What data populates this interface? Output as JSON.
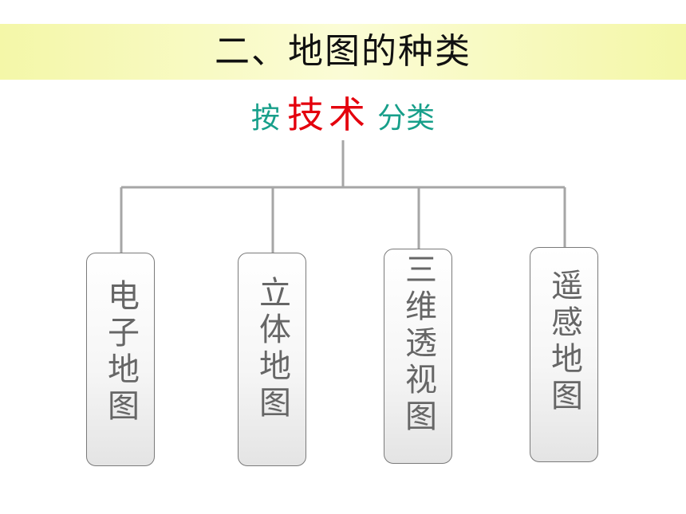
{
  "title": "二、地图的种类",
  "subtitle": {
    "prefix": "按",
    "emphasis": "技术",
    "suffix": "分类"
  },
  "categories": [
    "电子地图",
    "立体地图",
    "三维透视图",
    "遥感地图"
  ],
  "colors": {
    "title_band": "#f7f9b4",
    "subtitle_teal": "#179f8a",
    "subtitle_red": "#e4000d",
    "connector": "#a6a6a6",
    "box_text": "#666666"
  }
}
